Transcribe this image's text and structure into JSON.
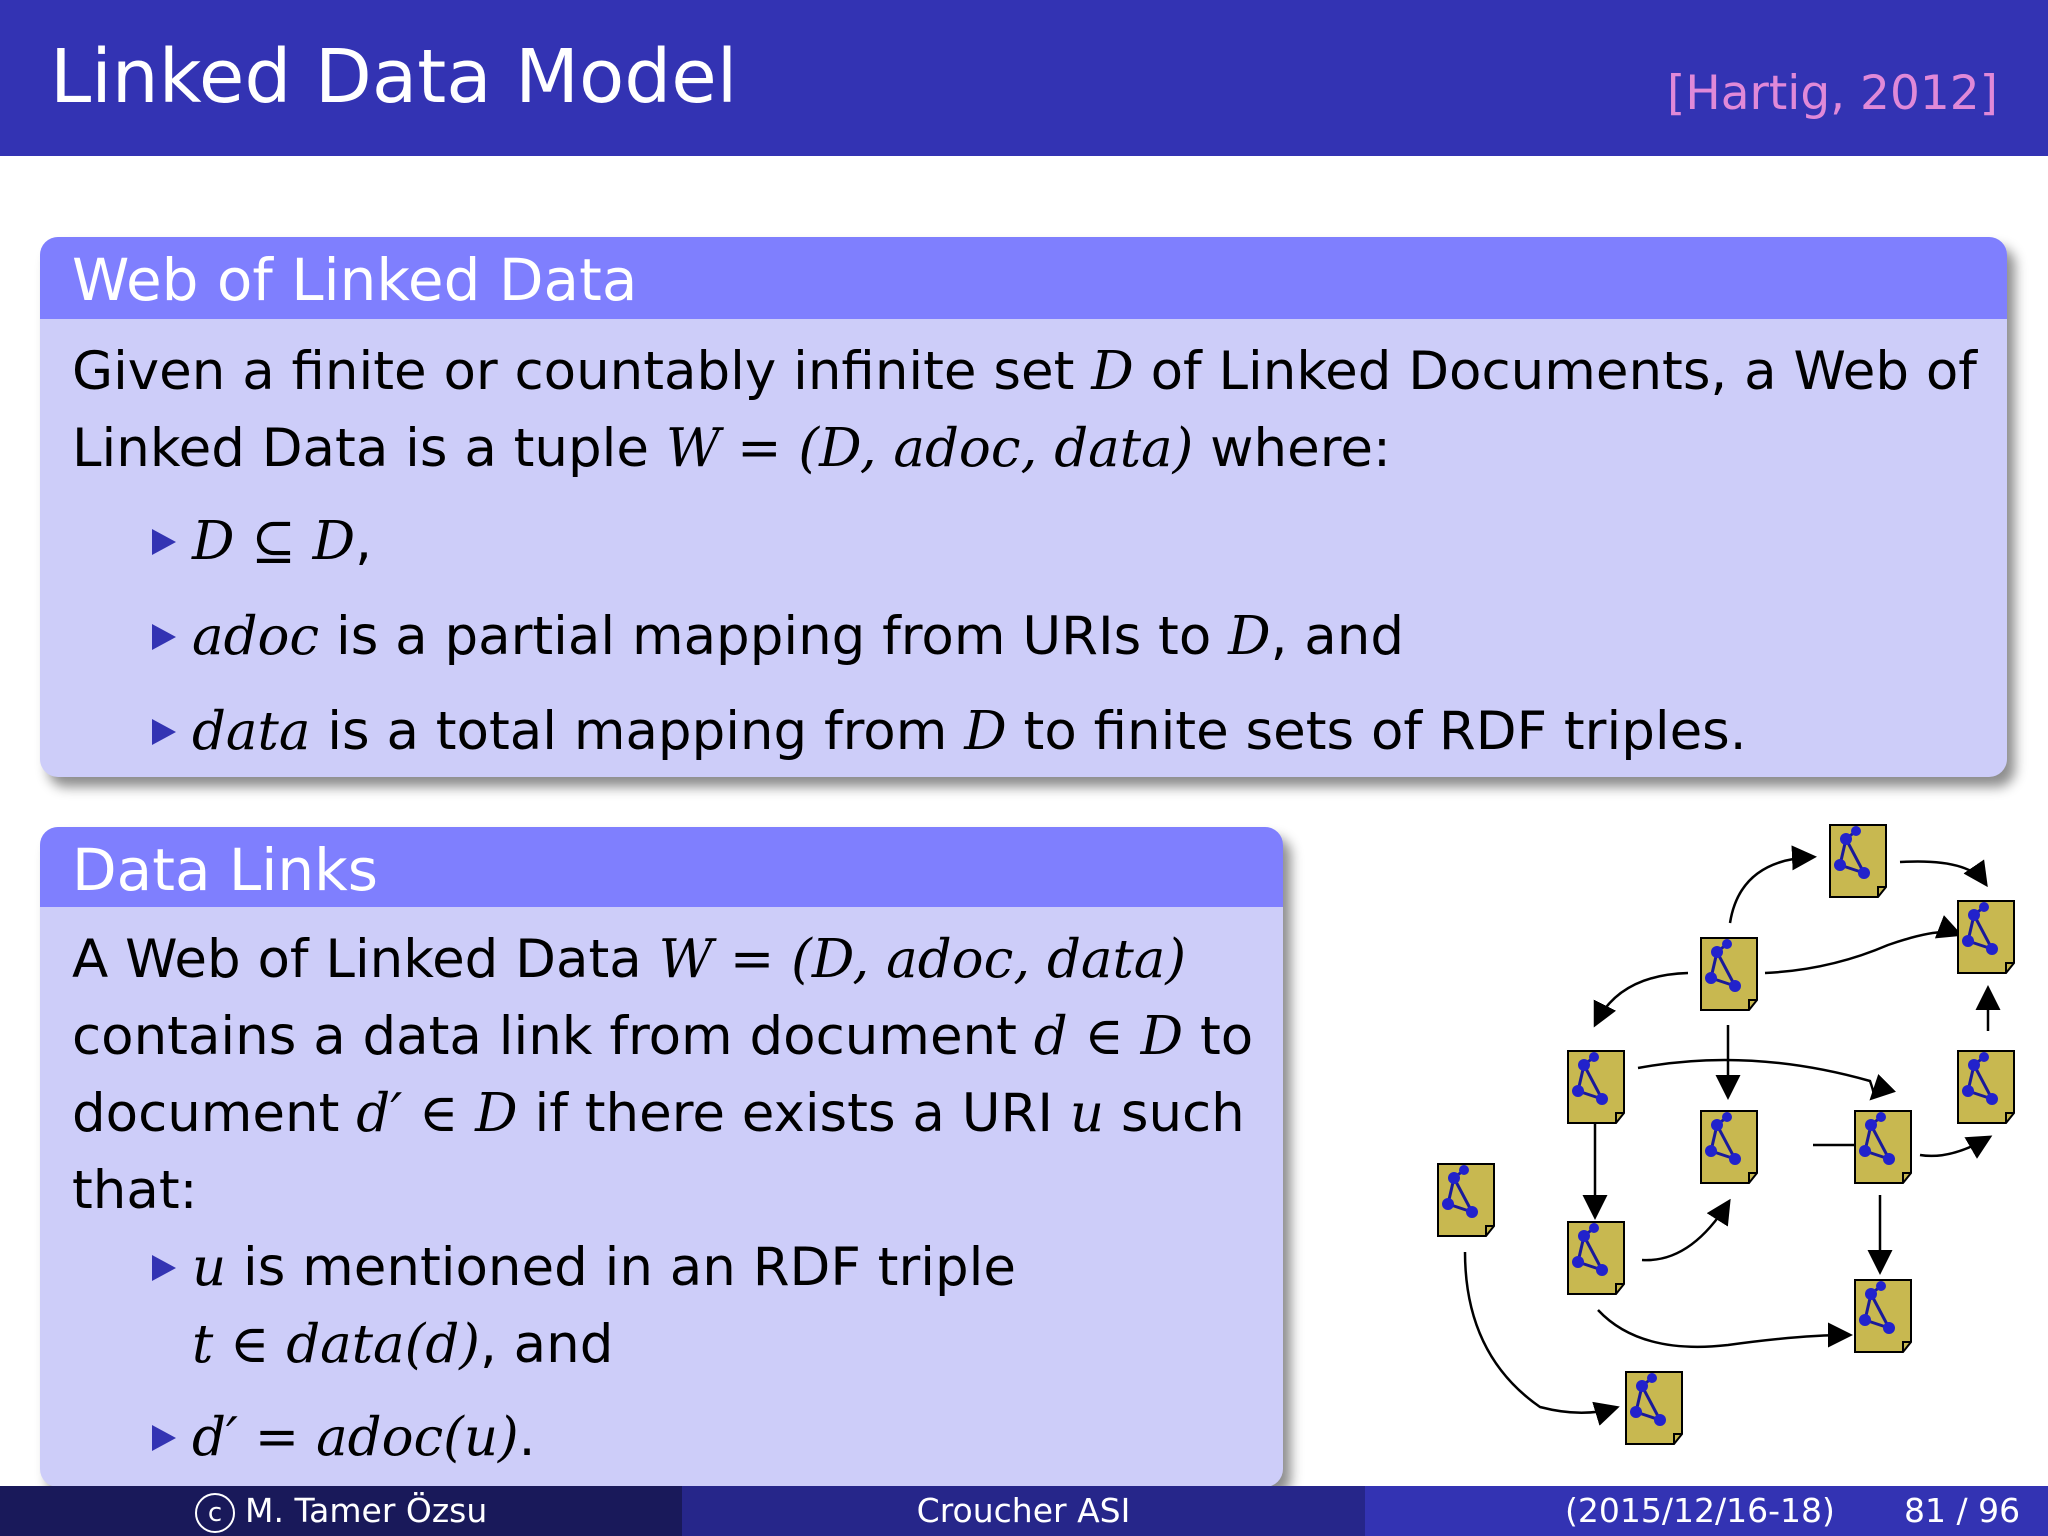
{
  "header": {
    "title": "Linked Data Model",
    "citation": "[Hartig, 2012]"
  },
  "block1": {
    "title": "Web of Linked Data",
    "line1_text": "Given a finite or countably infinite set ",
    "line1_sym": "D",
    "line1_tail": " of Linked Documents, a Web of",
    "line2_text": "Linked Data is a tuple ",
    "line2_math": "W = (D, adoc, data)",
    "line2_tail": " where:",
    "item1_math": "D ⊆ ",
    "item1_sym": "D",
    "item1_tail": ",",
    "item2_var": "adoc",
    "item2_text": " is a partial mapping from URIs to ",
    "item2_var2": "D",
    "item2_tail": ", and",
    "item3_var": "data",
    "item3_text": " is a total mapping from ",
    "item3_var2": "D",
    "item3_tail": " to finite sets of RDF triples."
  },
  "block2": {
    "title": "Data Links",
    "line1_text": "A Web of Linked Data ",
    "line1_math": "W = (D, adoc, data)",
    "line2_text": "contains a data link from document ",
    "line2_math": "d ∈ D",
    "line2_tail": " to",
    "line3_text": "document ",
    "line3_math": "d′ ∈ D",
    "line3_mid": " if there exists a URI ",
    "line3_var": "u",
    "line3_tail": " such",
    "line4_text": "that:",
    "item1_var": "u",
    "item1_text": " is mentioned in an RDF triple",
    "item1_line2_math": "t ∈ data(d)",
    "item1_line2_tail": ", and",
    "item2_math": "d′ = adoc(u)",
    "item2_tail": "."
  },
  "footer": {
    "copyright_symbol": "c",
    "author": "M. Tamer Özsu",
    "event": "Croucher ASI",
    "date": "(2015/12/16-18)",
    "page": "81 / 96"
  },
  "colors": {
    "header_bg": "#3333b3",
    "citation": "#e089d8",
    "block_title_bg": "#7f7ffe",
    "block_body_bg": "#cdcdf9",
    "doc_fill": "#c8b850",
    "node_fill": "#2222cc"
  }
}
